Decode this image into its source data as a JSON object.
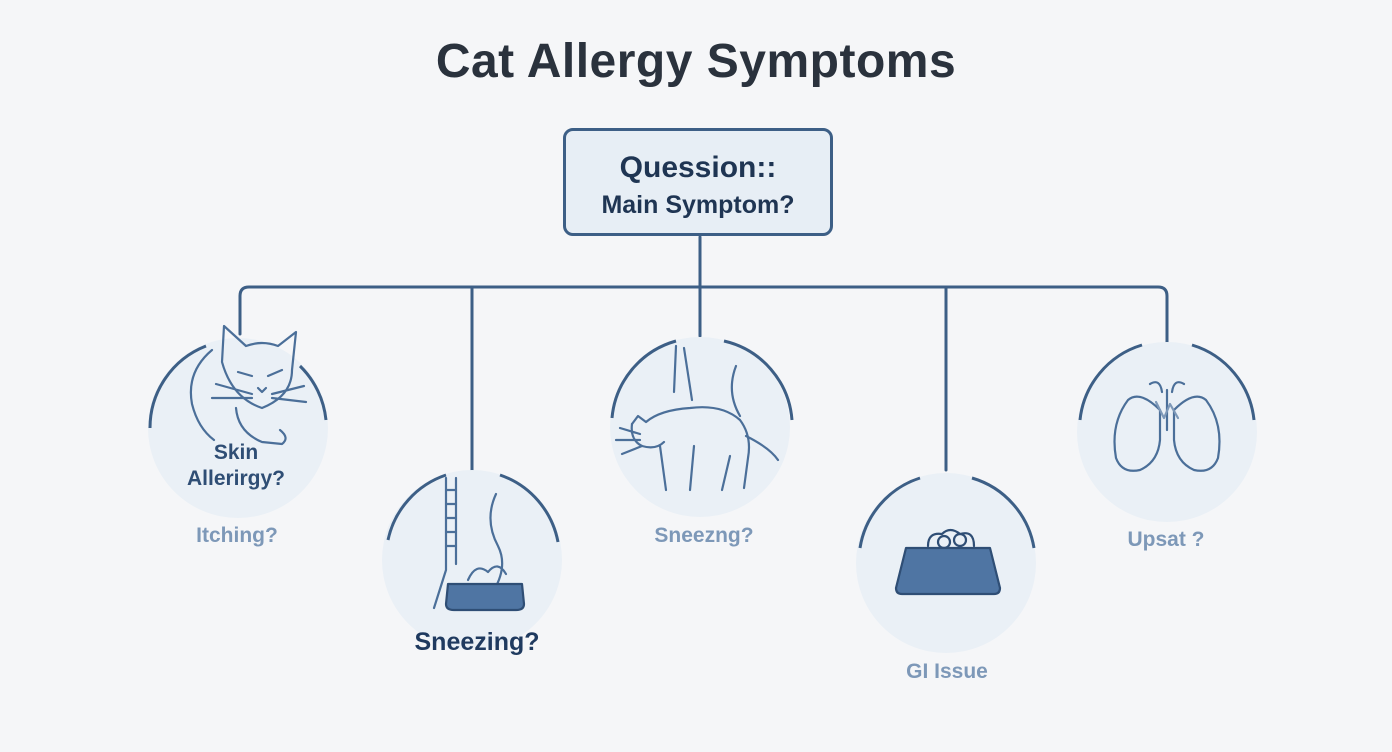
{
  "title": "Cat Allergy Symptoms",
  "root": {
    "line1": "Quession::",
    "line2": "Main Symptom?"
  },
  "nodes": [
    {
      "icon": "cat-face-icon",
      "inner_label_1": "Skin",
      "inner_label_2": "Allerirgy?",
      "caption": "Itching?"
    },
    {
      "icon": "food-bowl-icon",
      "caption": "Sneezing?"
    },
    {
      "icon": "walking-cat-icon",
      "caption": "Sneezng?"
    },
    {
      "icon": "pet-bowl-icon",
      "caption": "GI Issue"
    },
    {
      "icon": "lungs-icon",
      "caption": "Upsat ?"
    }
  ],
  "colors": {
    "line": "#3d5f86",
    "circle_fill": "#e9f0f6",
    "icon_stroke": "#4b6f99",
    "title": "#2a323d"
  }
}
